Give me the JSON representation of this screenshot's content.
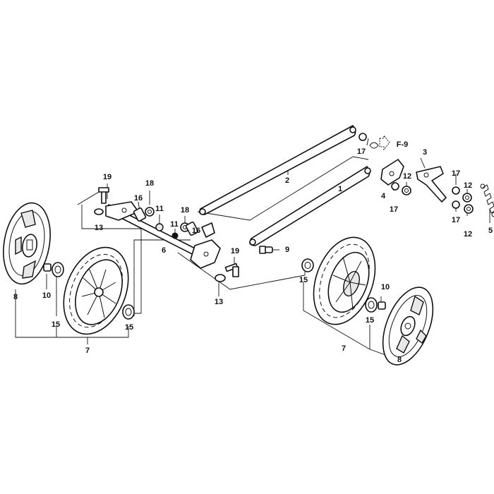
{
  "callouts": [
    {
      "id": "c1",
      "text": "1"
    },
    {
      "id": "c2",
      "text": "2"
    },
    {
      "id": "c3",
      "text": "3"
    },
    {
      "id": "c4",
      "text": "4"
    },
    {
      "id": "c5",
      "text": "5"
    },
    {
      "id": "c6",
      "text": "6"
    },
    {
      "id": "c7a",
      "text": "7"
    },
    {
      "id": "c7b",
      "text": "7"
    },
    {
      "id": "c8a",
      "text": "8"
    },
    {
      "id": "c8b",
      "text": "8"
    },
    {
      "id": "c9",
      "text": "9"
    },
    {
      "id": "c10a",
      "text": "10"
    },
    {
      "id": "c10b",
      "text": "10"
    },
    {
      "id": "c11a",
      "text": "11"
    },
    {
      "id": "c11b",
      "text": "11"
    },
    {
      "id": "c12a",
      "text": "12"
    },
    {
      "id": "c12b",
      "text": "12"
    },
    {
      "id": "c12c",
      "text": "12"
    },
    {
      "id": "c13a",
      "text": "13"
    },
    {
      "id": "c13b",
      "text": "13"
    },
    {
      "id": "c15a",
      "text": "15"
    },
    {
      "id": "c15b",
      "text": "15"
    },
    {
      "id": "c15c",
      "text": "15"
    },
    {
      "id": "c15d",
      "text": "15"
    },
    {
      "id": "c16a",
      "text": "16"
    },
    {
      "id": "c16b",
      "text": "16"
    },
    {
      "id": "c17a",
      "text": "17"
    },
    {
      "id": "c17b",
      "text": "17"
    },
    {
      "id": "c17c",
      "text": "17"
    },
    {
      "id": "c17d",
      "text": "17"
    },
    {
      "id": "c18a",
      "text": "18"
    },
    {
      "id": "c18b",
      "text": "18"
    },
    {
      "id": "c19a",
      "text": "19"
    },
    {
      "id": "c19b",
      "text": "19"
    }
  ],
  "reference": {
    "text": "F-9"
  }
}
